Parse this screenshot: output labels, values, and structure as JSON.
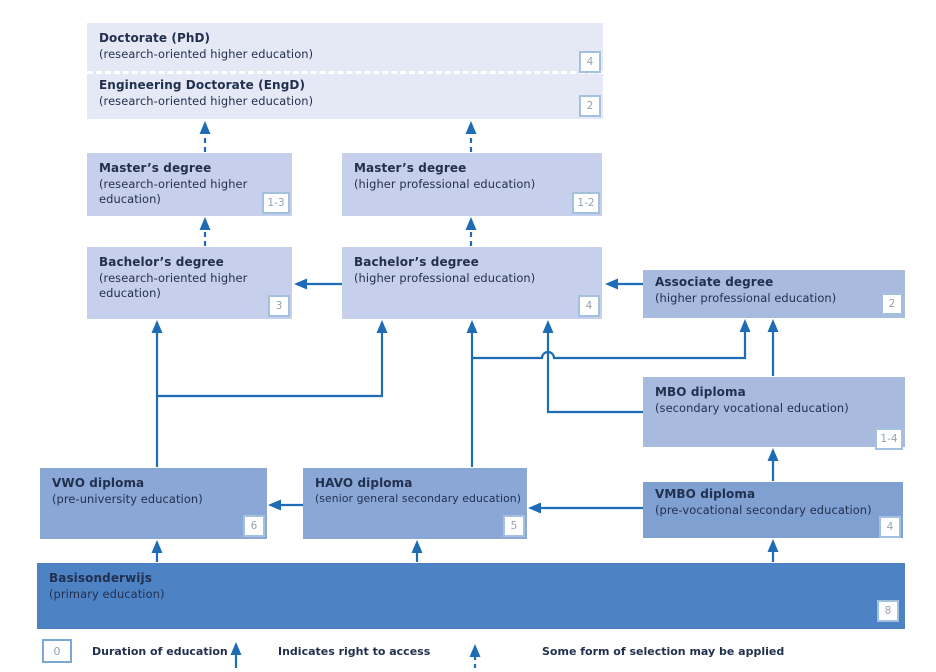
{
  "boxes": {
    "doctorate_phd": {
      "title": "Doctorate (PhD)",
      "subtitle": "(research-oriented higher education)",
      "duration": "4"
    },
    "doctorate_engd": {
      "title": "Engineering Doctorate (EngD)",
      "subtitle": "(research-oriented higher education)",
      "duration": "2"
    },
    "master_wo": {
      "title": "Master’s degree",
      "subtitle": "(research-oriented higher education)",
      "duration": "1-3"
    },
    "master_hbo": {
      "title": "Master’s degree",
      "subtitle": "(higher professional education)",
      "duration": "1-2"
    },
    "bachelor_wo": {
      "title": "Bachelor’s degree",
      "subtitle": "(research-oriented higher education)",
      "duration": "3"
    },
    "bachelor_hbo": {
      "title": "Bachelor’s degree",
      "subtitle": "(higher professional education)",
      "duration": "4"
    },
    "associate": {
      "title": "Associate degree",
      "subtitle": "(higher professional education)",
      "duration": "2"
    },
    "mbo": {
      "title": "MBO diploma",
      "subtitle": "(secondary vocational education)",
      "duration": "1-4"
    },
    "vwo": {
      "title": "VWO diploma",
      "subtitle": "(pre-university education)",
      "duration": "6"
    },
    "havo": {
      "title": "HAVO diploma",
      "subtitle": "(senior general secondary education)",
      "duration": "5"
    },
    "vmbo": {
      "title": "VMBO diploma",
      "subtitle": "(pre-vocational secondary education)",
      "duration": "4"
    },
    "basis": {
      "title": "Basisonderwijs",
      "subtitle": "(primary education)",
      "duration": "8"
    }
  },
  "edges": [
    {
      "from": "vwo",
      "to": "bachelor_wo",
      "type": "right-to-access"
    },
    {
      "from": "vwo",
      "to": "bachelor_hbo",
      "type": "right-to-access"
    },
    {
      "from": "havo",
      "to": "bachelor_hbo",
      "type": "right-to-access"
    },
    {
      "from": "havo",
      "to": "associate",
      "type": "right-to-access"
    },
    {
      "from": "mbo",
      "to": "bachelor_hbo",
      "type": "right-to-access"
    },
    {
      "from": "mbo",
      "to": "associate",
      "type": "right-to-access"
    },
    {
      "from": "vmbo",
      "to": "mbo",
      "type": "right-to-access"
    },
    {
      "from": "basis",
      "to": "vwo",
      "type": "right-to-access"
    },
    {
      "from": "basis",
      "to": "havo",
      "type": "right-to-access"
    },
    {
      "from": "basis",
      "to": "vmbo",
      "type": "right-to-access"
    },
    {
      "from": "associate",
      "to": "bachelor_hbo",
      "type": "right-to-access"
    },
    {
      "from": "bachelor_hbo",
      "to": "bachelor_wo",
      "type": "right-to-access"
    },
    {
      "from": "havo",
      "to": "vwo",
      "type": "right-to-access"
    },
    {
      "from": "vmbo",
      "to": "havo",
      "type": "right-to-access"
    },
    {
      "from": "bachelor_wo",
      "to": "master_wo",
      "type": "selection"
    },
    {
      "from": "bachelor_hbo",
      "to": "master_hbo",
      "type": "selection"
    },
    {
      "from": "master_wo",
      "to": "doctorate",
      "type": "selection"
    },
    {
      "from": "master_hbo",
      "to": "doctorate",
      "type": "selection"
    }
  ],
  "legend": {
    "duration_symbol": "0",
    "duration_label": "Duration of education",
    "access_label": "Indicates right to access",
    "selection_label": "Some form of selection may be applied"
  },
  "colors": {
    "arrow": "#1d6cb5",
    "text": "#22304f",
    "level_doctorate": "#e5e9f6",
    "level_master_bachelor": "#c6cfeb",
    "level_associate_mbo": "#a9badf",
    "level_vwo_havo": "#8ba7d6",
    "level_vmbo": "#7fa0d1",
    "level_primary": "#4d82c4",
    "badge_border": "#a3c0de",
    "badge_text": "#97a2af"
  }
}
